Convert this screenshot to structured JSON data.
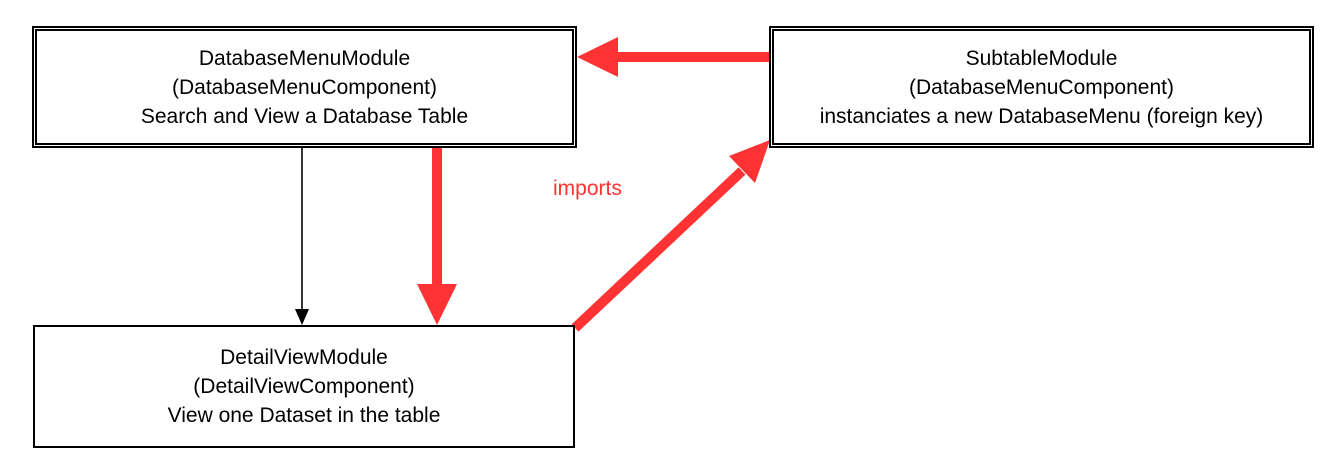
{
  "diagram": {
    "nodes": {
      "database_menu": {
        "line1": "DatabaseMenuModule",
        "line2": "(DatabaseMenuComponent)",
        "line3": "Search and View a Database Table"
      },
      "subtable": {
        "line1": "SubtableModule",
        "line2": "(DatabaseMenuComponent)",
        "line3": "instanciates a new DatabaseMenu (foreign key)"
      },
      "detail_view": {
        "line1": "DetailViewModule",
        "line2": "(DetailViewComponent)",
        "line3": "View one Dataset in the table"
      }
    },
    "edges": {
      "imports_label": "imports"
    },
    "colors": {
      "imports_edge": "#ff3333",
      "plain_edge": "#000000"
    }
  }
}
